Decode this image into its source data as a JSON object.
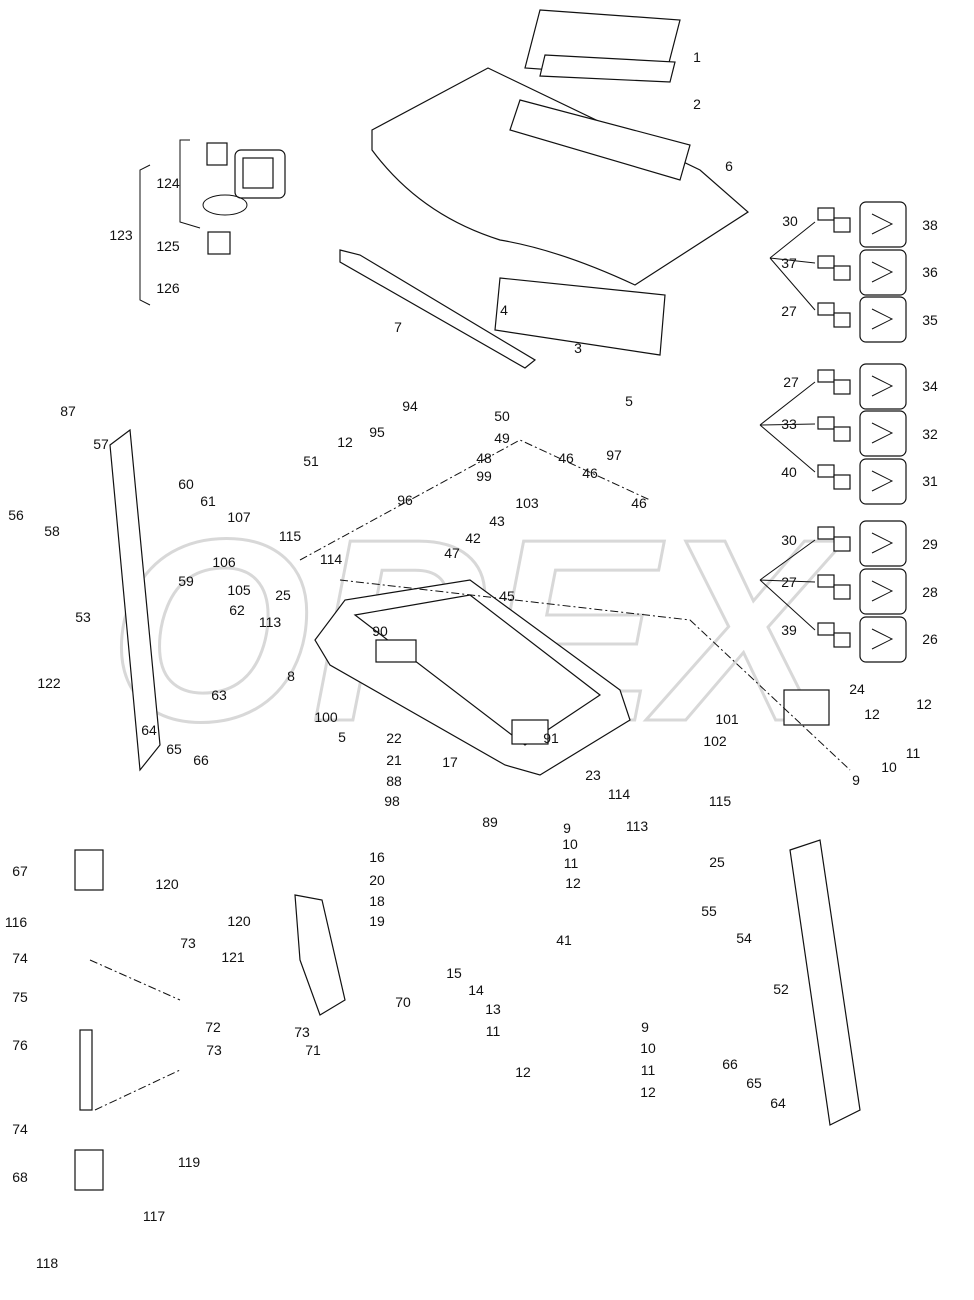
{
  "diagram": {
    "watermark": "OPEX",
    "part_labels": [
      "1",
      "2",
      "6",
      "30",
      "38",
      "37",
      "36",
      "27",
      "35",
      "124",
      "123",
      "125",
      "126",
      "7",
      "4",
      "3",
      "5",
      "27",
      "34",
      "33",
      "32",
      "40",
      "31",
      "30",
      "29",
      "27",
      "28",
      "39",
      "26",
      "87",
      "57",
      "56",
      "58",
      "94",
      "50",
      "12",
      "95",
      "49",
      "51",
      "48",
      "99",
      "46",
      "97",
      "46",
      "96",
      "103",
      "46",
      "60",
      "61",
      "107",
      "43",
      "42",
      "47",
      "45",
      "106",
      "105",
      "59",
      "115",
      "114",
      "25",
      "113",
      "53",
      "62",
      "90",
      "8",
      "63",
      "122",
      "24",
      "12",
      "12",
      "101",
      "100",
      "5",
      "22",
      "102",
      "91",
      "11",
      "10",
      "9",
      "64",
      "65",
      "66",
      "21",
      "17",
      "23",
      "88",
      "98",
      "114",
      "115",
      "89",
      "9",
      "113",
      "10",
      "11",
      "16",
      "12",
      "25",
      "67",
      "120",
      "20",
      "18",
      "19",
      "55",
      "116",
      "120",
      "54",
      "41",
      "73",
      "74",
      "121",
      "15",
      "14",
      "52",
      "75",
      "70",
      "13",
      "72",
      "73",
      "9",
      "11",
      "71",
      "73",
      "10",
      "76",
      "66",
      "11",
      "12",
      "65",
      "12",
      "64",
      "74",
      "119",
      "68",
      "117",
      "118"
    ],
    "switch_symbols": [
      "headlight-high-beam-icon",
      "hazard-seat-icon",
      "wiper-spray-icon",
      "lightning-icon",
      "warning-triangle-icon",
      "wiper-icon",
      "high-beam-icon",
      "headlight-icon",
      "work-light-icon"
    ]
  }
}
